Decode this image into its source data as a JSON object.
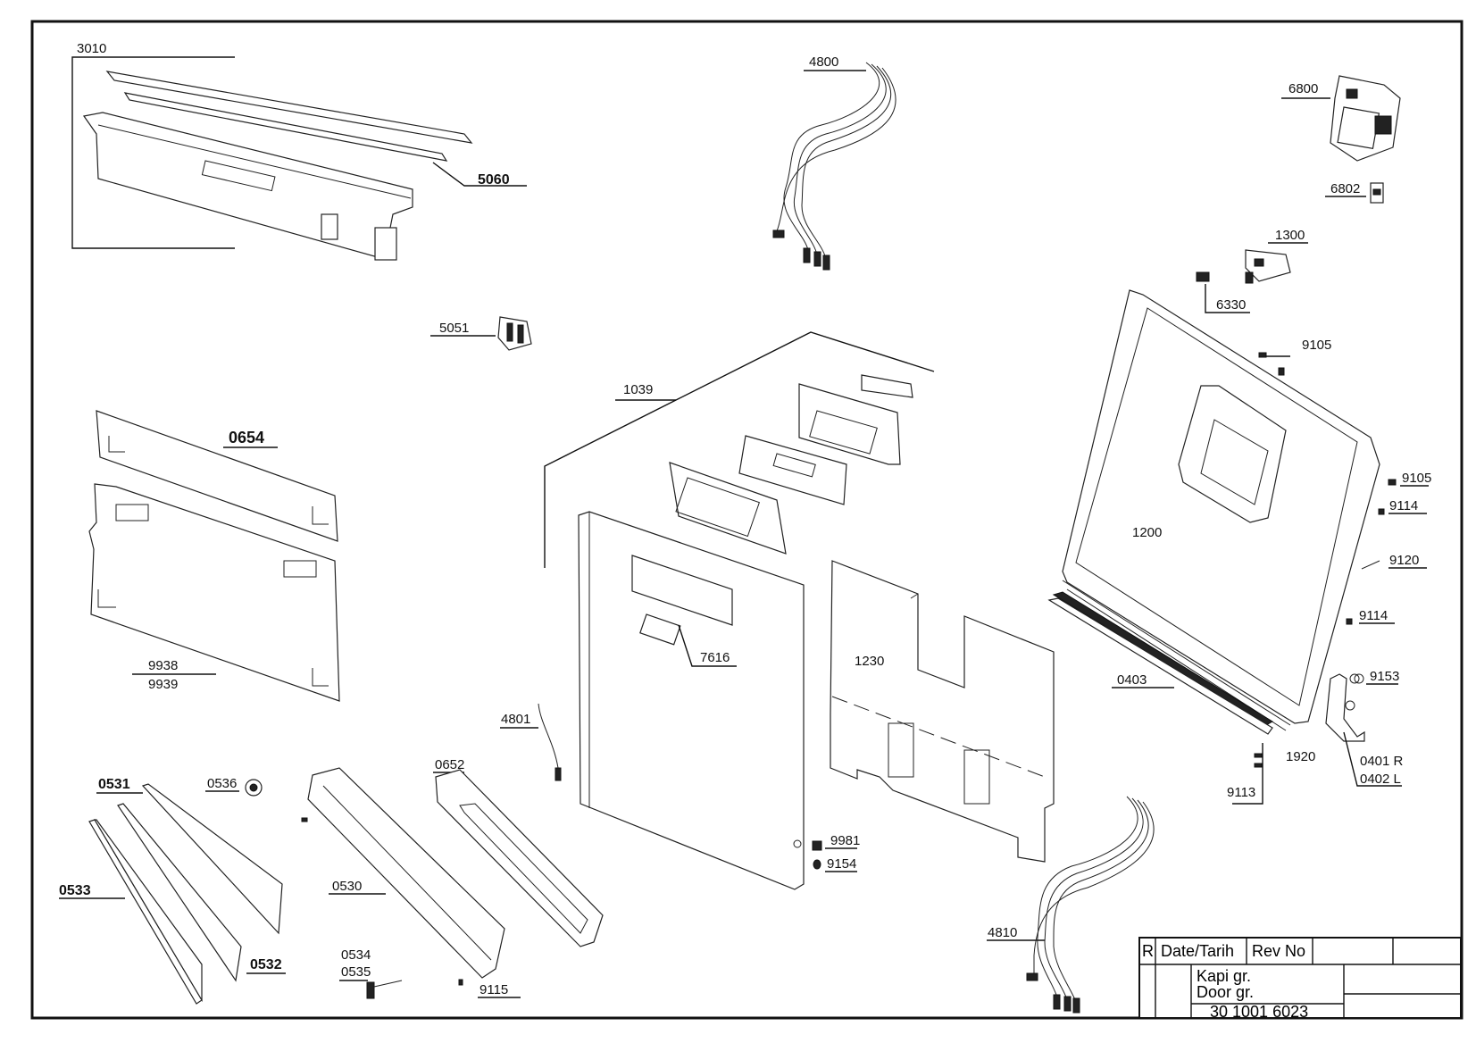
{
  "labels": {
    "l3010": "3010",
    "l5060": "5060",
    "l4800": "4800",
    "l6800": "6800",
    "l6802": "6802",
    "l1300": "1300",
    "l6330": "6330",
    "l5051": "5051",
    "l1039": "1039",
    "l9105a": "9105",
    "l9105b": "9105",
    "l9114a": "9114",
    "l9120": "9120",
    "l9114b": "9114",
    "l9153": "9153",
    "l1200": "1200",
    "l0654": "0654",
    "l9938": "9938",
    "l9939": "9939",
    "l7616": "7616",
    "l1230": "1230",
    "l0403": "0403",
    "l1920": "1920",
    "l0401": "0401 R",
    "l0402": "0402 L",
    "l9113": "9113",
    "l4801": "4801",
    "l0531": "0531",
    "l0536": "0536",
    "l0652": "0652",
    "l0530": "0530",
    "l0533": "0533",
    "l0532": "0532",
    "l0534": "0534",
    "l0535": "0535",
    "l9115": "9115",
    "l9981": "9981",
    "l9154": "9154",
    "l4810": "4810"
  },
  "title_block": {
    "r": "R",
    "date": "Date/Tarih",
    "rev": "Rev No",
    "name_tr": "Kapi gr.",
    "name_en": "Door gr.",
    "number": "30 1001 6023"
  }
}
